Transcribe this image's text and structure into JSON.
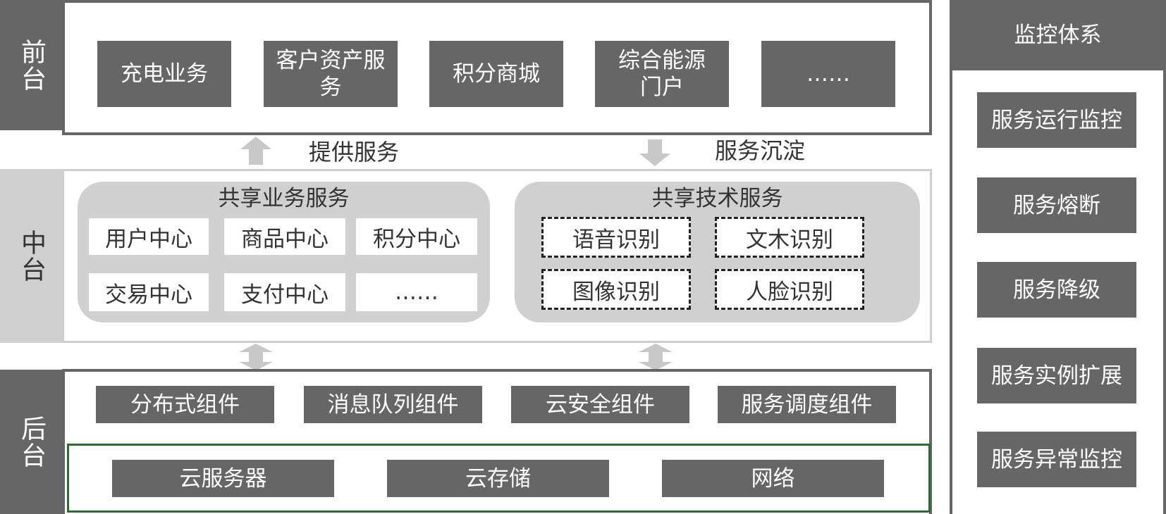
{
  "layers": {
    "front_label": "前台",
    "middle_label": "中台",
    "back_label": "后台"
  },
  "front": {
    "apps": [
      "充电业务",
      "客户资产服务",
      "积分商城",
      "综合能源门户",
      "……"
    ]
  },
  "flows": {
    "provide": "提供服务",
    "deposit": "服务沉淀"
  },
  "middle": {
    "business_title": "共享业务服务",
    "business_items": [
      "用户中心",
      "商品中心",
      "积分中心",
      "交易中心",
      "支付中心",
      "……"
    ],
    "tech_title": "共享技术服务",
    "tech_items": [
      "语音识别",
      "文木识别",
      "图像识别",
      "人脸识别"
    ]
  },
  "back": {
    "components": [
      "分布式组件",
      "消息队列组件",
      "云安全组件",
      "服务调度组件"
    ],
    "infrastructure": [
      "云服务器",
      "云存储",
      "网络"
    ]
  },
  "monitor": {
    "title": "监控体系",
    "items": [
      "服务运行监控",
      "服务熔断",
      "服务降级",
      "服务实例扩展",
      "服务异常监控"
    ]
  },
  "colors": {
    "dark": "#666666",
    "light": "#d0d0d0",
    "green_border": "#2e6b33"
  }
}
